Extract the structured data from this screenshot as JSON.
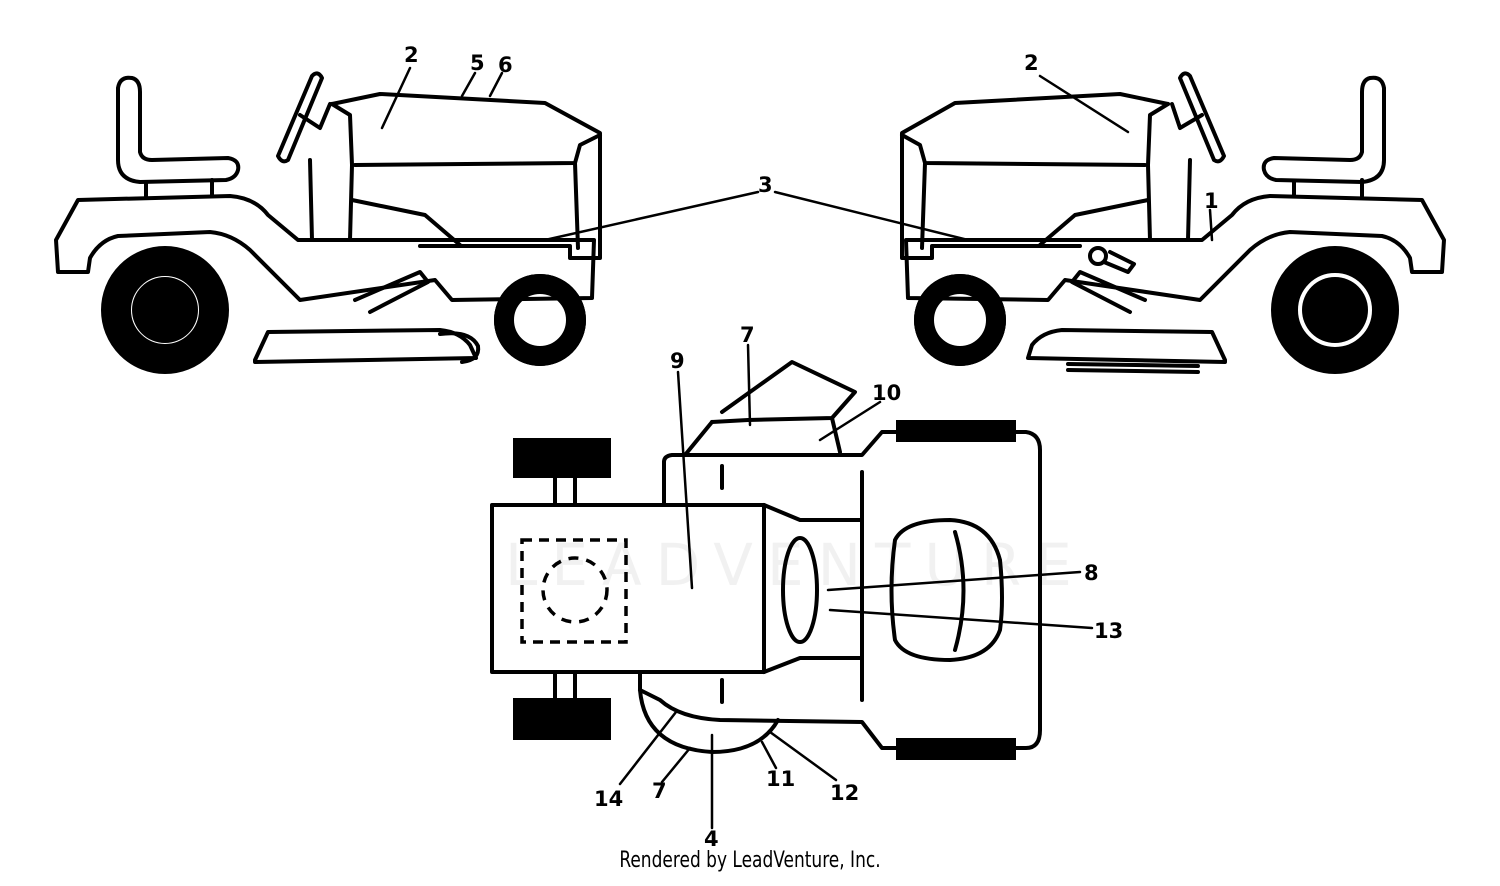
{
  "labels": {
    "l1": "1",
    "l2a": "2",
    "l2b": "2",
    "l3": "3",
    "l4": "4",
    "l5": "5",
    "l6": "6",
    "l7a": "7",
    "l7b": "7",
    "l8": "8",
    "l9": "9",
    "l10": "10",
    "l11": "11",
    "l12": "12",
    "l13": "13",
    "l14": "14"
  },
  "watermark": "LEADVENTURE",
  "footer": "Rendered by LeadVenture, Inc."
}
